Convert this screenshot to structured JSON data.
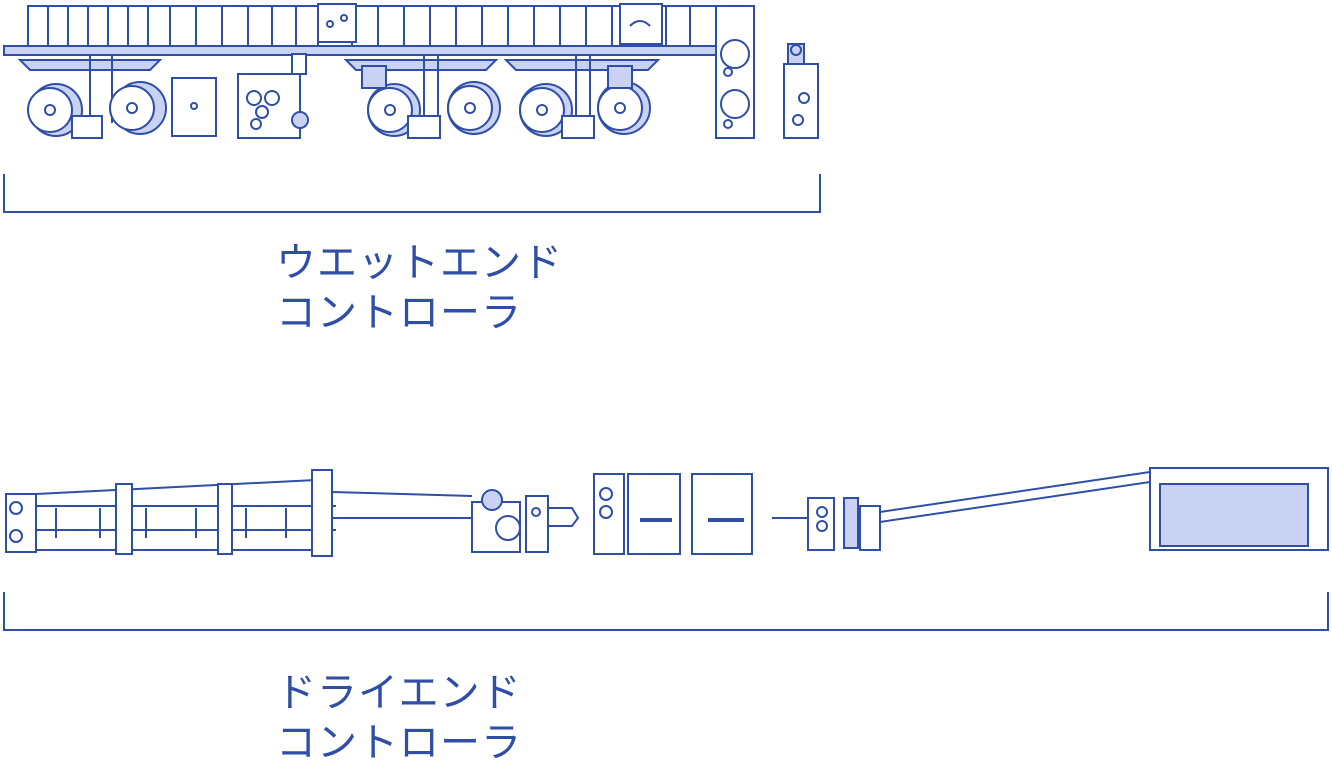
{
  "sections": [
    {
      "id": "wet-end",
      "label_lines": [
        "ウエットエンド",
        "コントローラ"
      ]
    },
    {
      "id": "dry-end",
      "label_lines": [
        "ドライエンド",
        "コントローラ"
      ]
    }
  ],
  "colors": {
    "line": "#2f4fa6",
    "fill": "#c9d2f2",
    "background": "#ffffff"
  }
}
